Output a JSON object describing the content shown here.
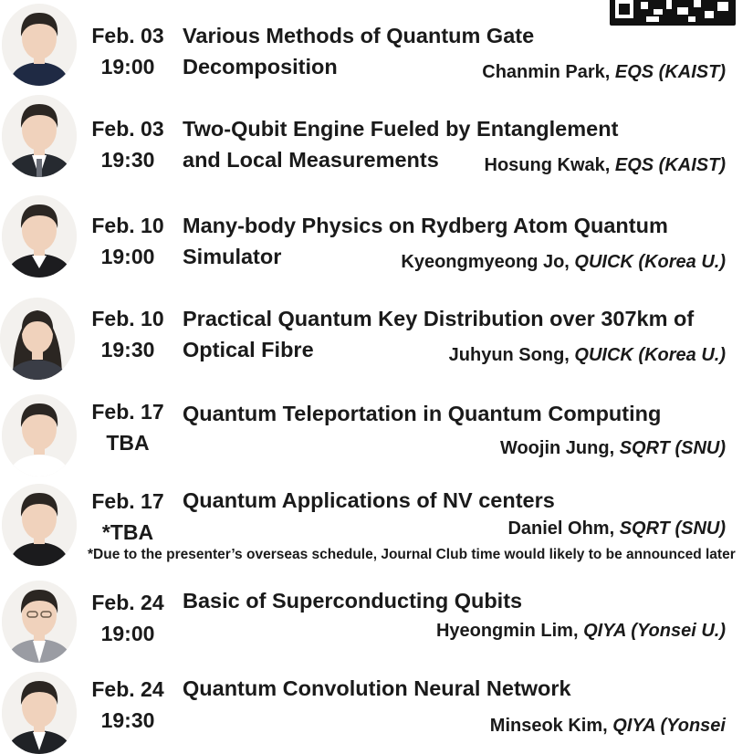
{
  "entries": [
    {
      "date": "Feb. 03",
      "time": "19:00",
      "title_line1": "Various Methods of Quantum Gate",
      "title_line2": "Decomposition",
      "speaker_name": "Chanmin Park, ",
      "speaker_affil": "EQS (KAIST)"
    },
    {
      "date": "Feb. 03",
      "time": "19:30",
      "title_line1": "Two-Qubit Engine Fueled by Entanglement",
      "title_line2": "and Local Measurements",
      "speaker_name": "Hosung Kwak, ",
      "speaker_affil": "EQS (KAIST)"
    },
    {
      "date": "Feb. 10",
      "time": "19:00",
      "title_line1": "Many-body Physics on Rydberg Atom Quantum",
      "title_line2": "Simulator",
      "speaker_name": "Kyeongmyeong Jo, ",
      "speaker_affil": "QUICK (Korea U.)"
    },
    {
      "date": "Feb. 10",
      "time": "19:30",
      "title_line1": "Practical Quantum Key Distribution over 307km of",
      "title_line2": "Optical Fibre",
      "speaker_name": "Juhyun Song, ",
      "speaker_affil": "QUICK (Korea U.)"
    },
    {
      "date": "Feb. 17",
      "time": "TBA",
      "title_line1": "Quantum Teleportation in Quantum Computing",
      "title_line2": "",
      "speaker_name": "Woojin Jung, ",
      "speaker_affil": "SQRT (SNU)"
    },
    {
      "date": "Feb. 17",
      "time": "*TBA",
      "title_line1": "Quantum Applications of NV centers",
      "title_line2": "",
      "speaker_name": "Daniel Ohm, ",
      "speaker_affil": "SQRT (SNU)"
    },
    {
      "date": "Feb. 24",
      "time": "19:00",
      "title_line1": "Basic of Superconducting Qubits",
      "title_line2": "",
      "speaker_name": "Hyeongmin Lim, ",
      "speaker_affil": "QIYA (Yonsei U.)"
    },
    {
      "date": "Feb. 24",
      "time": "19:30",
      "title_line1": "Quantum Convolution Neural Network",
      "title_line2": "",
      "speaker_name": "Minseok Kim, ",
      "speaker_affil": "QIYA (Yonsei"
    }
  ],
  "note": "*Due to the presenter’s overseas schedule, Journal Club time would likely to be announced later",
  "colors": {
    "text": "#1a1a1a",
    "background": "#ffffff",
    "hair": "#2b2622",
    "skin": "#f0d2bc"
  }
}
